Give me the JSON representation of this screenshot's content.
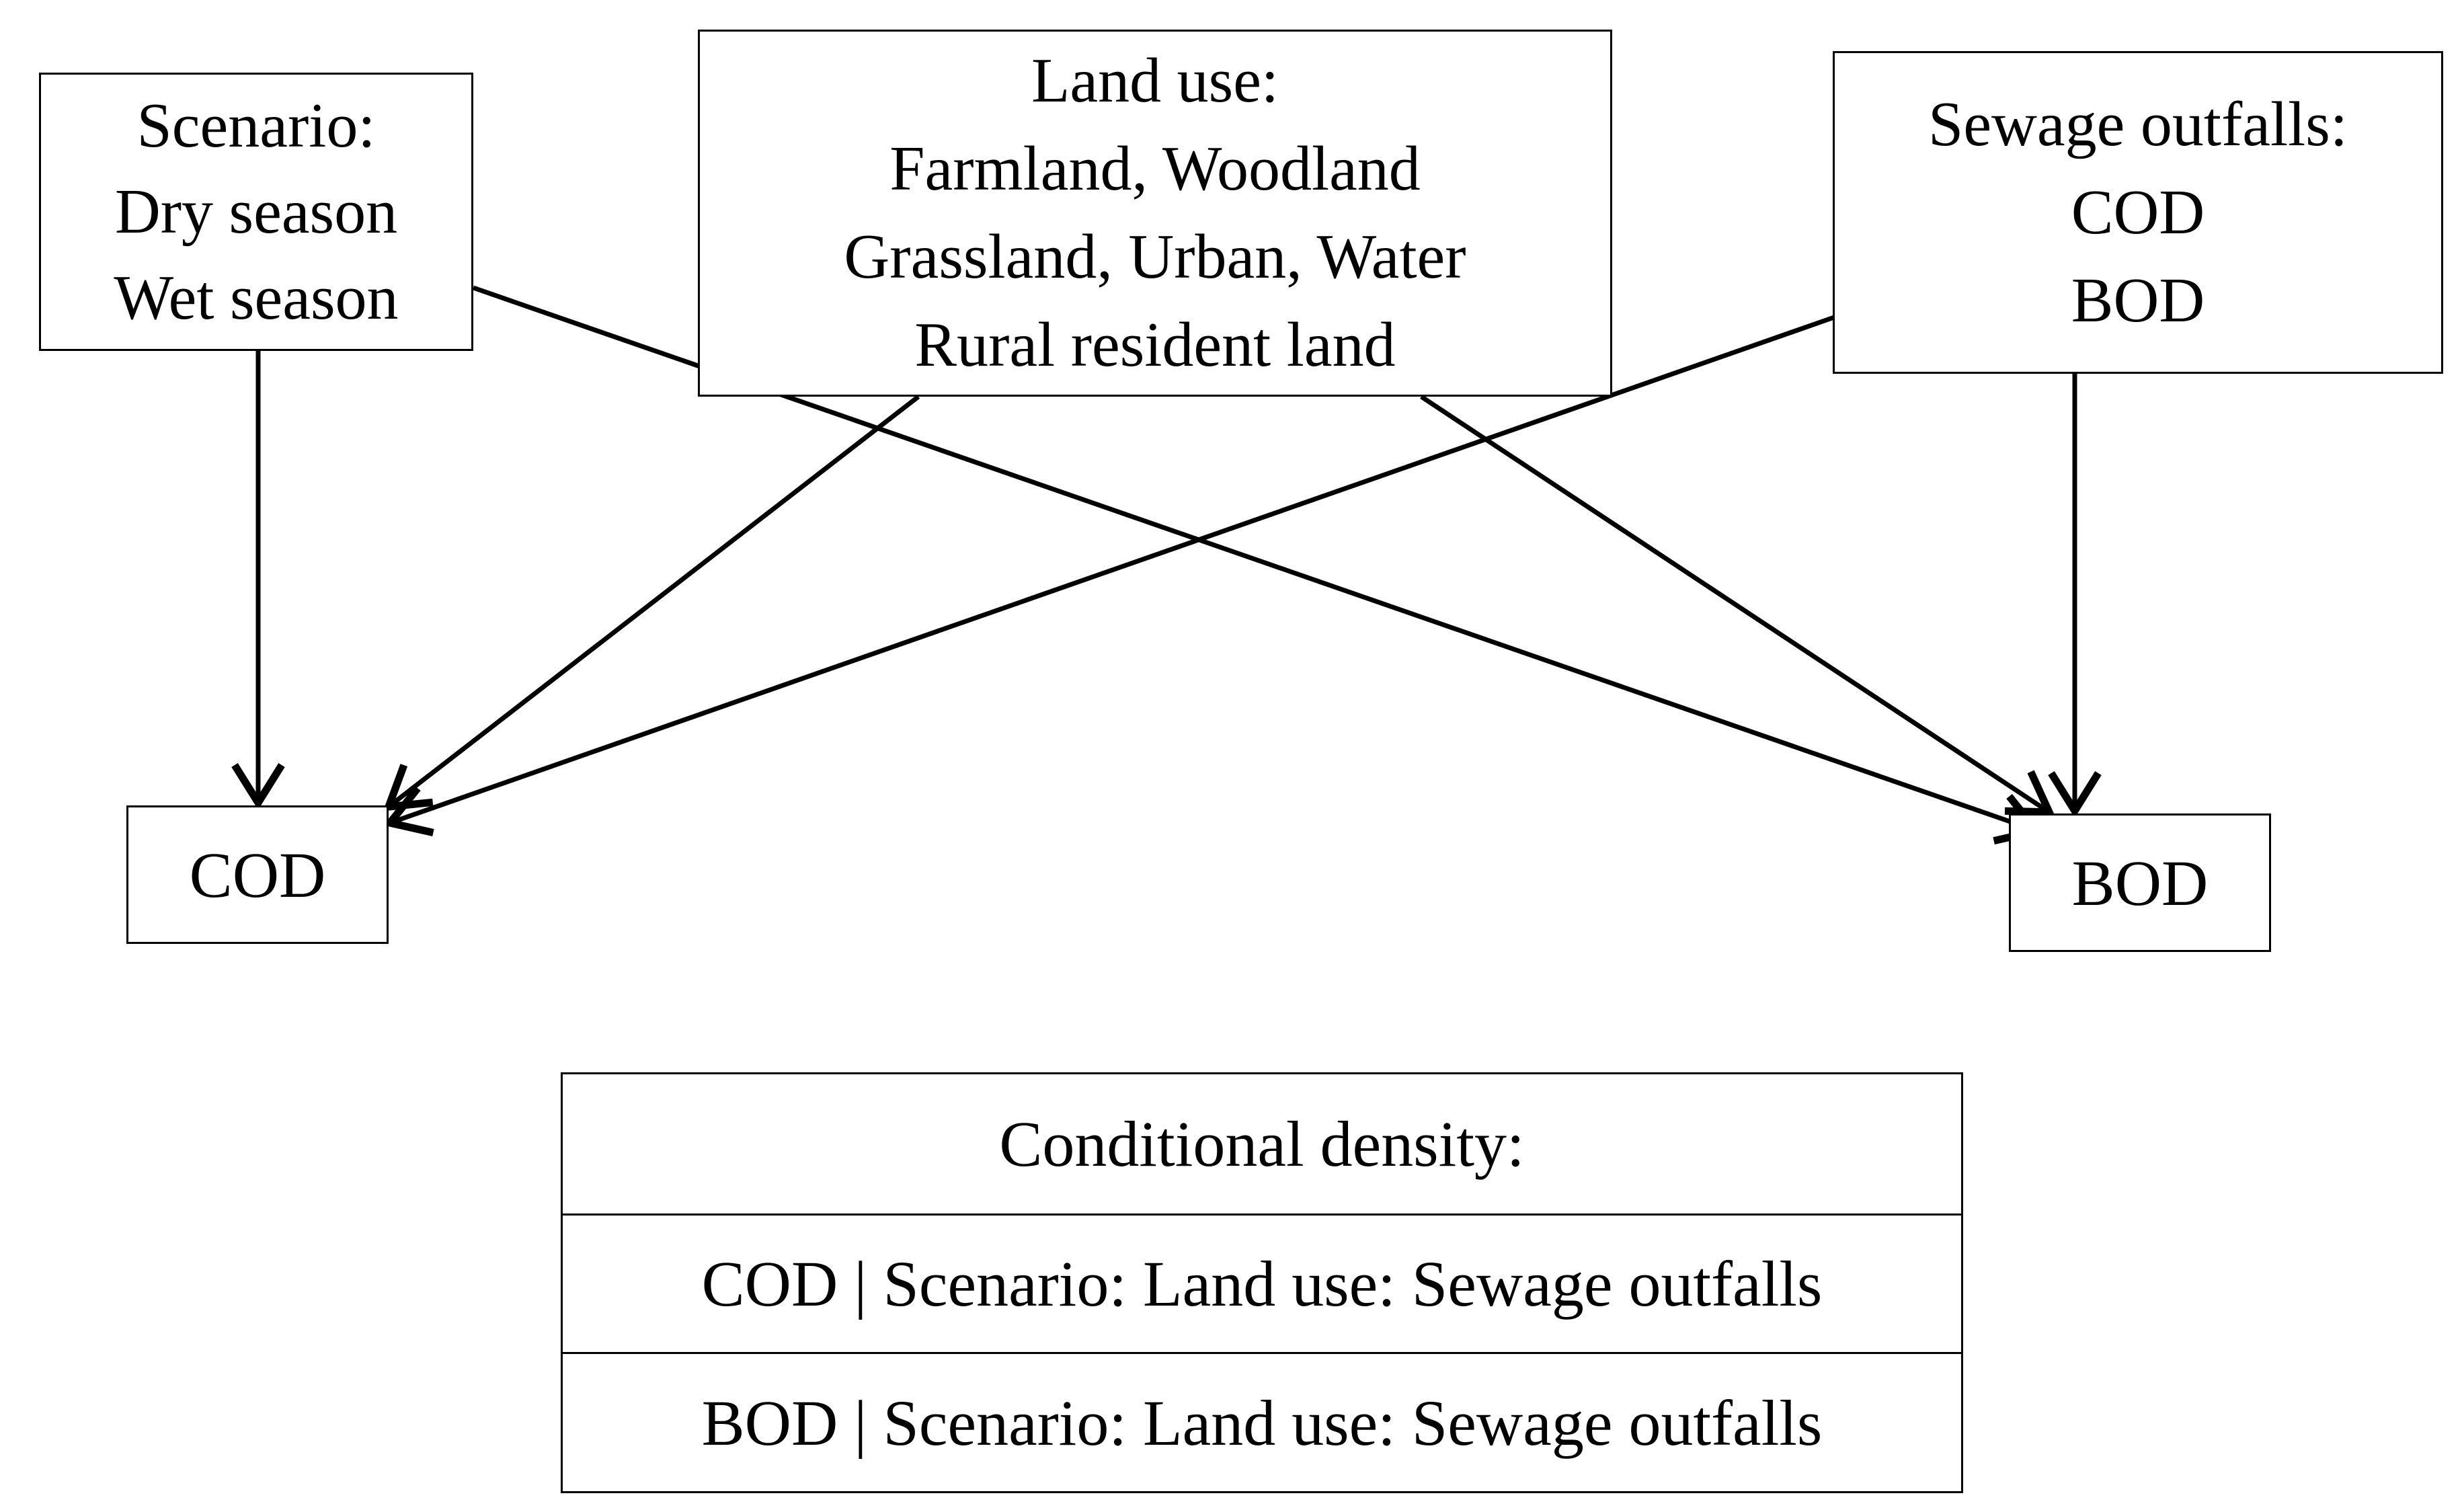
{
  "nodes": {
    "scenario": {
      "lines": [
        "Scenario:",
        "Dry season",
        "Wet season"
      ]
    },
    "land_use": {
      "lines": [
        "Land use:",
        "Farmland, Woodland",
        "Grassland, Urban, Water",
        "Rural resident land"
      ]
    },
    "sewage_outfalls": {
      "lines": [
        "Sewage outfalls:",
        "COD",
        "BOD"
      ]
    },
    "cod": {
      "label": "COD"
    },
    "bod": {
      "label": "BOD"
    }
  },
  "edges": [
    {
      "from": "scenario",
      "to": "cod"
    },
    {
      "from": "scenario",
      "to": "bod"
    },
    {
      "from": "land_use",
      "to": "cod"
    },
    {
      "from": "land_use",
      "to": "bod"
    },
    {
      "from": "sewage_outfalls",
      "to": "cod"
    },
    {
      "from": "sewage_outfalls",
      "to": "bod"
    }
  ],
  "conditional_table": {
    "header": "Conditional density:",
    "rows": [
      "COD | Scenario: Land use: Sewage outfalls",
      "BOD | Scenario: Land use: Sewage outfalls"
    ]
  }
}
